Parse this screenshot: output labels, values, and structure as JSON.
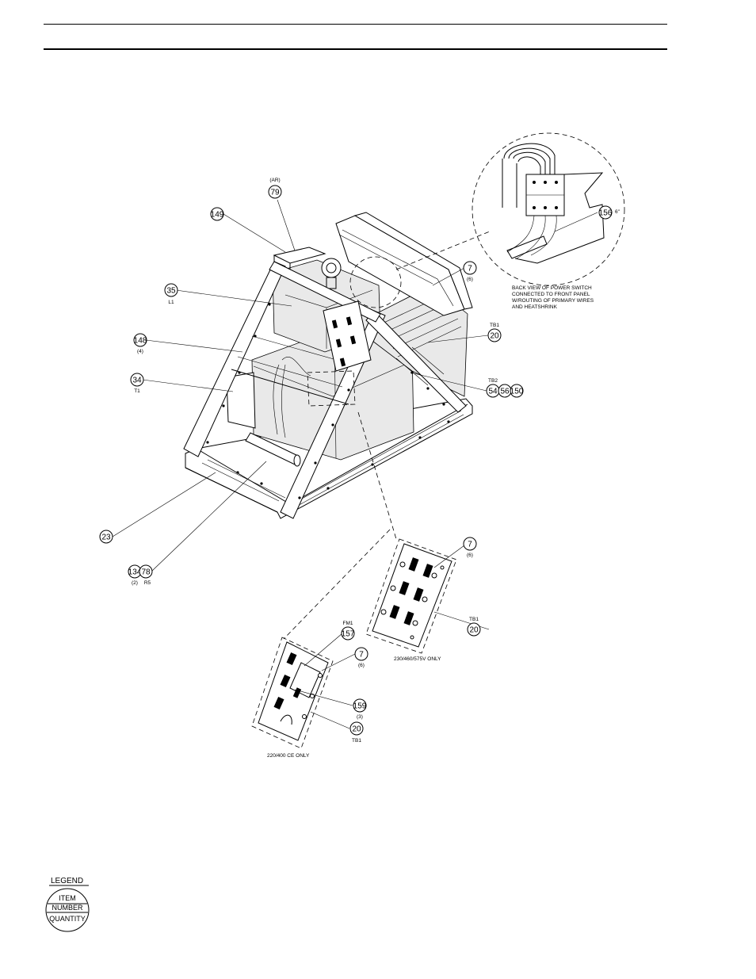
{
  "header": {},
  "callouts": [
    {
      "num": "79",
      "sub": "(AR)"
    },
    {
      "num": "149",
      "sub": ""
    },
    {
      "num": "35",
      "sub": "L1"
    },
    {
      "num": "148",
      "sub": "(4)"
    },
    {
      "num": "34",
      "sub": "T1"
    },
    {
      "num": "23",
      "sub": ""
    },
    {
      "num": "134",
      "sub": "(2)"
    },
    {
      "num": "78",
      "sub": "R5"
    },
    {
      "num": "7",
      "sub": "(6)"
    },
    {
      "num": "20",
      "sub": "TB1"
    },
    {
      "num": "54",
      "sub": "TB2"
    },
    {
      "num": "56",
      "sub": ""
    },
    {
      "num": "150",
      "sub": ""
    },
    {
      "num": "156",
      "sub": "6\""
    },
    {
      "num": "7",
      "sub": "(6)"
    },
    {
      "num": "20",
      "sub": "TB1"
    },
    {
      "num": "157",
      "sub": "FM1"
    },
    {
      "num": "7",
      "sub": "(6)"
    },
    {
      "num": "159",
      "sub": "(3)"
    },
    {
      "num": "20",
      "sub": "TB1"
    }
  ],
  "notes": {
    "power_switch": [
      "BACK VIEW OF POWER SWITCH",
      "CONNECTED TO FRONT PANEL",
      "W/ROUTING OF PRIMARY WIRES",
      "AND HEATSHRINK"
    ],
    "variant_a": "230/460/575V ONLY",
    "variant_b": "220/400 CE ONLY"
  },
  "legend": {
    "title": "LEGEND",
    "line1": "ITEM",
    "line2": "NUMBER",
    "line3": "QUANTITY"
  }
}
